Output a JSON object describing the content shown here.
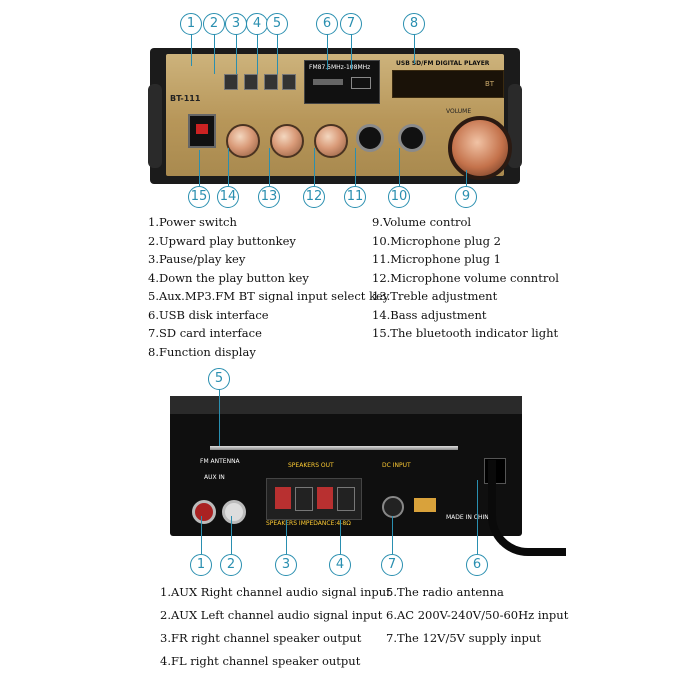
{
  "front_callouts": [
    "1",
    "2",
    "3",
    "4",
    "5",
    "6",
    "7",
    "8",
    "15",
    "14",
    "13",
    "12",
    "11",
    "10",
    "9"
  ],
  "front_legend_left": [
    "1.Power switch",
    "2.Upward play buttonkey",
    "3.Pause/play key",
    "4.Down the play button key",
    "5.Aux.MP3.FM BT signal input select key",
    "6.USB disk interface",
    "7.SD card interface",
    "8.Function display"
  ],
  "front_legend_right": [
    "9.Volume control",
    "10.Microphone plug 2",
    "11.Microphone plug 1",
    "12.Microphone volume conntrol",
    "13.Treble adjustment",
    "14.Bass adjustment",
    "15.The bluetooth indicator light"
  ],
  "back_callouts": [
    "5",
    "1",
    "2",
    "3",
    "4",
    "7",
    "6"
  ],
  "back_legend_left": [
    "1.AUX  Right channel audio signal input",
    "2.AUX Left channel audio signal input",
    "3.FR right channel speaker output",
    "4.FL right channel speaker output"
  ],
  "back_legend_right": [
    "5.The radio antenna",
    "6.AC 200V-240V/50-60Hz input",
    "7.The 12V/5V supply input"
  ],
  "device_labels": {
    "usb_player": "USB SD/FM DIGITAL PLAYER",
    "fm_range": "FM87.5MHz-108MHz",
    "model": "BT-111",
    "bt": "BT",
    "volume": "VOLUME",
    "speakers_out": "SPEAKERS OUT",
    "speakers_impedance": "SPEAKERS IMPEDANCE:4-8Ω",
    "dc_input": "DC INPUT",
    "made_in": "MADE IN CHINA",
    "aux_in": "AUX IN",
    "fm_antenna": "FM ANTENNA"
  },
  "colors": {
    "callout": "#2a8fb0",
    "gold_panel": "#b79659",
    "chassis": "#1b1b1b"
  }
}
